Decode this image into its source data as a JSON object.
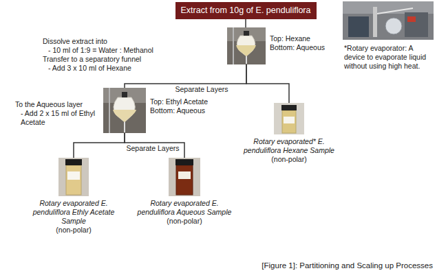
{
  "diagram": {
    "caption": "[Figure 1]: Partitioning and Scaling up Processes",
    "nodes": [
      {
        "text": [
          "Extract from 10g of E. penduliflora"
        ]
      },
      {
        "text": [
          "Top: Hexane",
          "Bottom: Aqueous"
        ]
      },
      {
        "text": [
          "Top: Ethyl Acetate",
          "Bottom: Aqueous"
        ]
      },
      {
        "text": [
          "Rotary evaporated* E. penduliflora Hexane Sample",
          "(non-polar)"
        ]
      },
      {
        "text": [
          "Rotary evaporated E. penduliflora Ethly Acetate Sample",
          "(non-polar)"
        ]
      },
      {
        "text": [
          "Rotary evaporated E. penduliflora Aqueous Sample",
          "(non-polar)"
        ]
      }
    ],
    "edges": [
      {
        "from": 0,
        "to": 1,
        "arrow": "none"
      },
      {
        "from": 1,
        "to": 2,
        "label": "Separate Layers",
        "arrow": "none"
      },
      {
        "from": 1,
        "to": 3,
        "arrow": "none"
      },
      {
        "from": 2,
        "to": 4,
        "label": "Separate Layers",
        "arrow": "none"
      },
      {
        "from": 2,
        "to": 5,
        "arrow": "none"
      }
    ],
    "labels": [
      "Dissolve extract into",
      "- 10 ml of 1:9 = Water : Methanol",
      "Transfer to a separatory funnel",
      "- Add 3 x 10 ml of Hexane",
      "To the Aqueous layer",
      "- Add 2 x 15 ml of Ethyl Acetate",
      "*Rotary evaporator: A device to evaporate liquid without using high heat."
    ]
  }
}
